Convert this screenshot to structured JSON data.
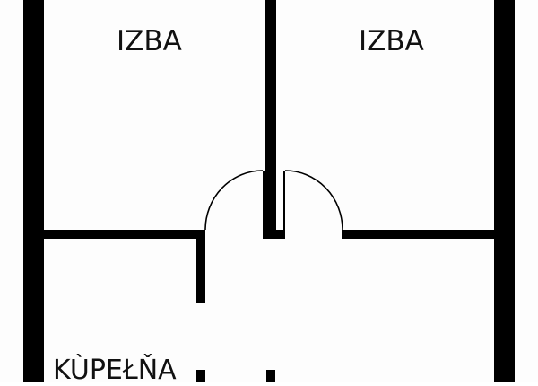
{
  "floor_plan": {
    "title": "",
    "wall_color": "#000000",
    "background": "#ffffff",
    "rooms": [
      {
        "id": "room-top-left",
        "label": "IZBA"
      },
      {
        "id": "room-top-right",
        "label": "IZBA"
      },
      {
        "id": "room-bottom-left",
        "label": "KÙPEŁŇA"
      }
    ],
    "doors": [
      {
        "id": "door-left",
        "swing": "arc",
        "connects": [
          "room-top-left",
          "hallway"
        ]
      },
      {
        "id": "door-right",
        "swing": "arc",
        "connects": [
          "room-top-right",
          "hallway"
        ]
      }
    ]
  }
}
